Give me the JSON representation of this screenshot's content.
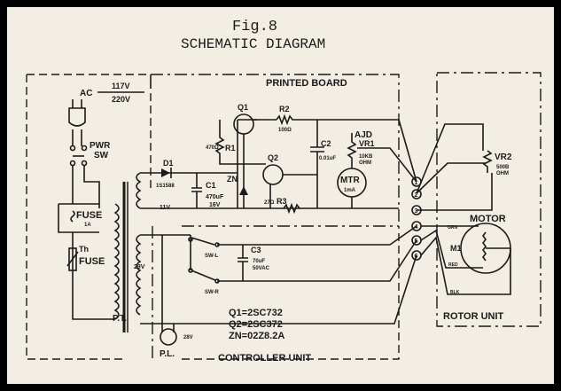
{
  "figure": {
    "number": "Fig.8",
    "title": "SCHEMATIC DIAGRAM"
  },
  "blocks": {
    "printed_board": "PRINTED BOARD",
    "controller_unit": "CONTROLLER UNIT",
    "rotor_unit": "ROTOR UNIT"
  },
  "power": {
    "ac": "AC",
    "v1": "117V",
    "v2": "220V",
    "pwr_sw": [
      "PWR",
      "SW"
    ],
    "fuse": "FUSE",
    "fuse_rating": "1A",
    "th": "Th",
    "th_fuse": "FUSE",
    "pt": "P.T.",
    "v11": "11V",
    "v29": "29V",
    "v28": "28V",
    "pl": "P.L."
  },
  "components": {
    "d1": "D1",
    "d1_part": "1S1588",
    "c1": "C1",
    "c1_val": "470uF",
    "c1_v": "16V",
    "q1": "Q1",
    "q2": "Q2",
    "r1": "R1",
    "r1_val": "470Ω",
    "r2": "R2",
    "r2_val": "100Ω",
    "r3": "R3",
    "r3_val": "27Ω",
    "zn": "ZN",
    "c2": "C2",
    "c2_val": "0.01uF",
    "ajd": "AJD",
    "vr1": "VR1",
    "vr1_val": "10KB",
    "vr1_unit": "OHM",
    "mtr": "MTR",
    "mtr_val": "1mA",
    "vr2": "VR2",
    "vr2_val": "500B",
    "vr2_unit": "OHM",
    "sw_l": "SW-L",
    "sw_r": "SW-R",
    "c3": "C3",
    "c3_val": "70uF",
    "c3_v": "50VAC",
    "motor": "MOTOR",
    "m1": "M1",
    "grn": "GRN",
    "red": "RED",
    "blk": "BLK"
  },
  "terminals": [
    "1",
    "2",
    "3",
    "4",
    "5",
    "6"
  ],
  "parts_list": [
    "Q1=2SC732",
    "Q2=2SC372",
    "ZN=02Z8.2A"
  ]
}
